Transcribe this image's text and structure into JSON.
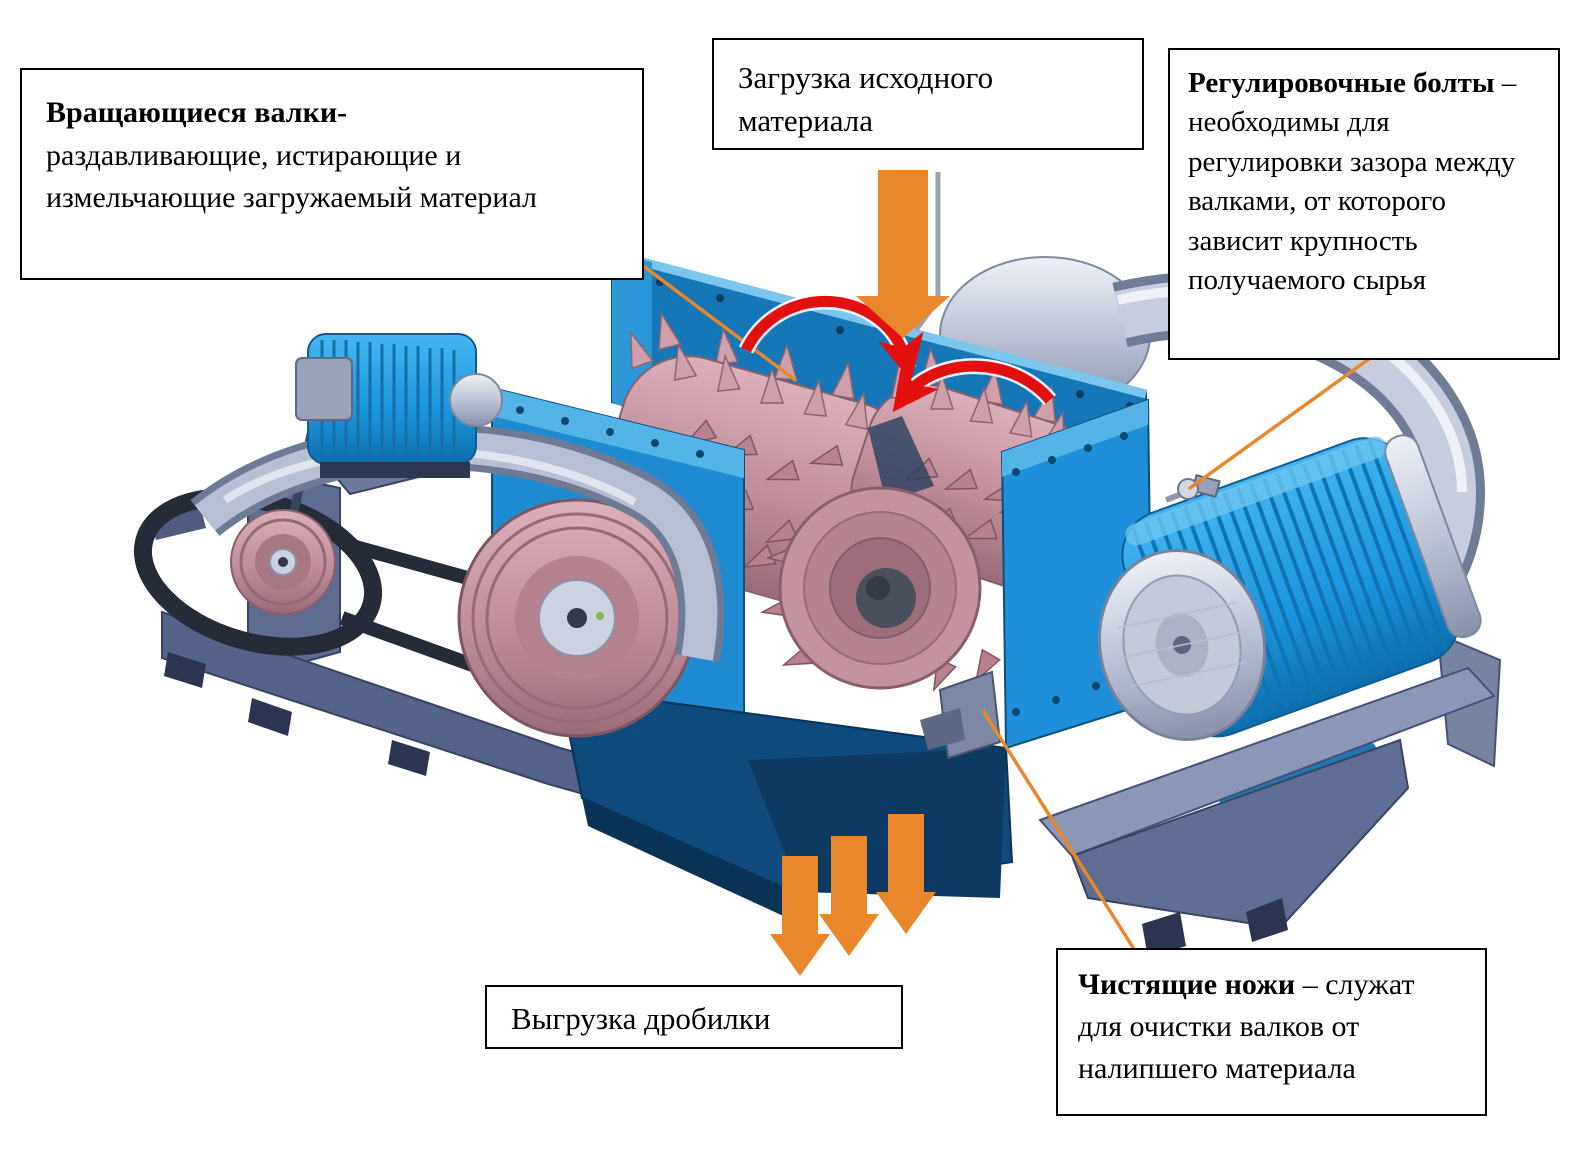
{
  "callouts": {
    "rollers": {
      "bold": "Вращающиеся валки-",
      "text": "раздавливающие, истирающие и измельчающие загружаемый материал"
    },
    "loading": {
      "text": "Загрузка исходного материала"
    },
    "bolts": {
      "bold": "Регулировочные болты",
      "text": " – необходимы для регулировки зазора между валками, от которого зависит крупность получаемого сырья"
    },
    "discharge": {
      "text": "Выгрузка дробилки"
    },
    "knives": {
      "bold": "Чистящие ножи",
      "text": " – служат для очистки валков от налипшего материала"
    }
  },
  "colors": {
    "arrow_orange": "#E8872B",
    "rotation_red": "#E31010",
    "leader_orange": "#E8872B",
    "housing_blue": "#1E8FD8",
    "roller_pink": "#C4939F",
    "motor_blue": "#1EA0E6",
    "frame_steel": "#5A6888",
    "guard_grey": "#B7C0D2",
    "callout_border": "#000000",
    "callout_background": "#FFFFFF"
  }
}
